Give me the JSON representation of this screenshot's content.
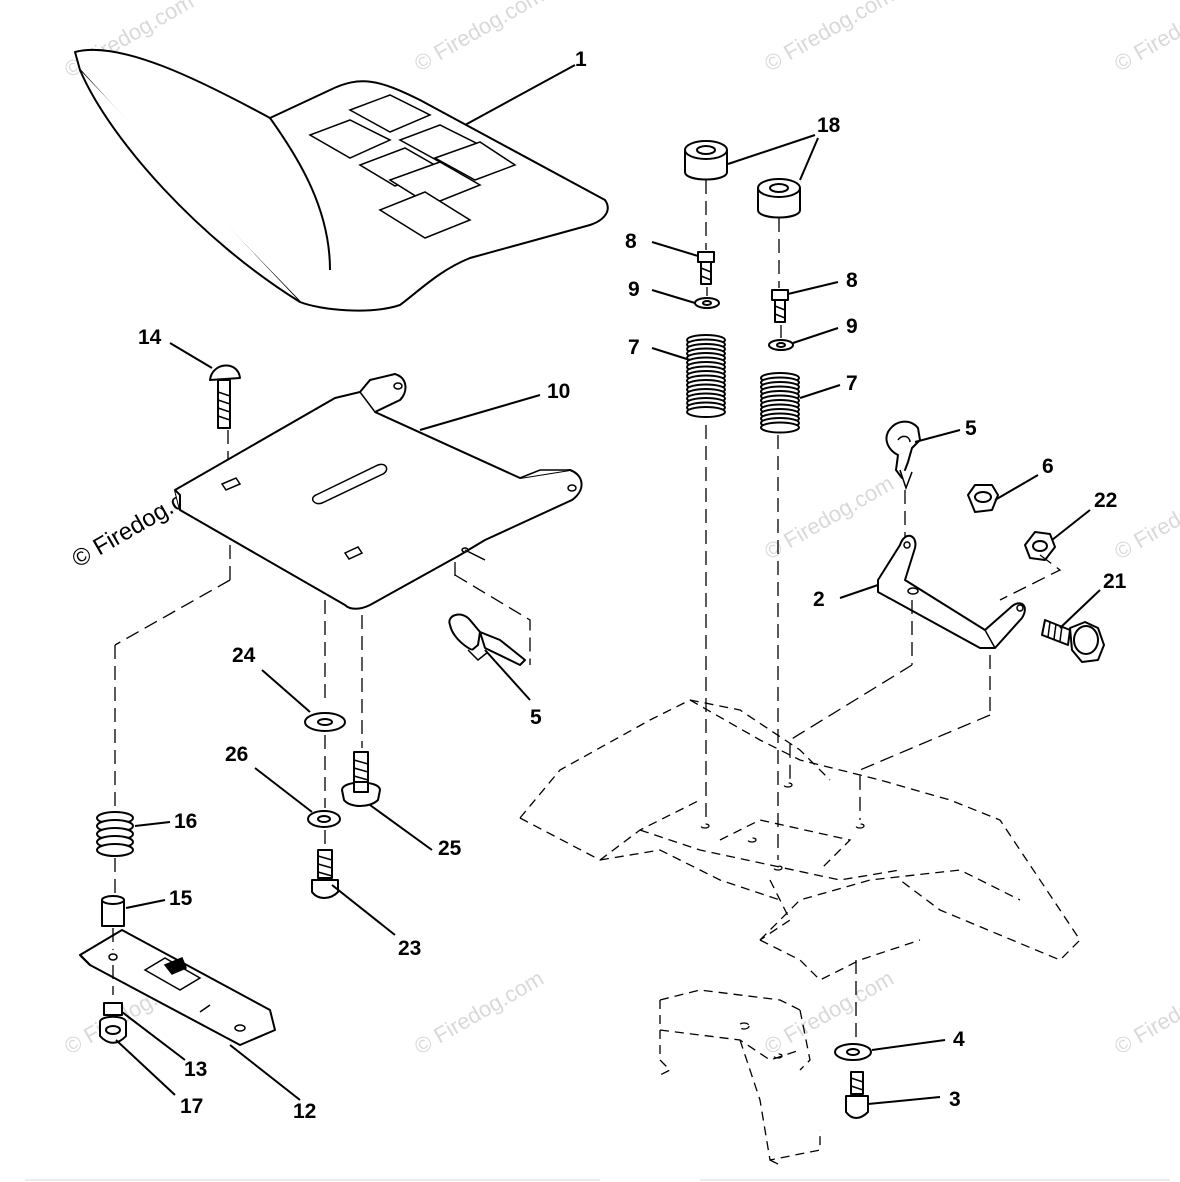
{
  "watermark": {
    "main": "© Firedog.com",
    "faint": "© Firedog.com"
  },
  "callouts": [
    {
      "id": "1",
      "part": "seat"
    },
    {
      "id": "18",
      "part": "spacer"
    },
    {
      "id": "18",
      "part": "spacer"
    },
    {
      "id": "8",
      "part": "screw"
    },
    {
      "id": "8",
      "part": "screw"
    },
    {
      "id": "9",
      "part": "washer"
    },
    {
      "id": "9",
      "part": "washer"
    },
    {
      "id": "7",
      "part": "spring"
    },
    {
      "id": "7",
      "part": "spring"
    },
    {
      "id": "14",
      "part": "carriage-bolt"
    },
    {
      "id": "10",
      "part": "seat-pan"
    },
    {
      "id": "5",
      "part": "clip"
    },
    {
      "id": "5",
      "part": "clip"
    },
    {
      "id": "6",
      "part": "nut"
    },
    {
      "id": "22",
      "part": "nut"
    },
    {
      "id": "21",
      "part": "bolt"
    },
    {
      "id": "2",
      "part": "bracket"
    },
    {
      "id": "24",
      "part": "washer"
    },
    {
      "id": "26",
      "part": "lock-washer"
    },
    {
      "id": "25",
      "part": "shoulder-bolt"
    },
    {
      "id": "16",
      "part": "spring"
    },
    {
      "id": "15",
      "part": "spacer"
    },
    {
      "id": "23",
      "part": "bolt"
    },
    {
      "id": "13",
      "part": "washer"
    },
    {
      "id": "17",
      "part": "nut"
    },
    {
      "id": "12",
      "part": "plate"
    },
    {
      "id": "4",
      "part": "washer"
    },
    {
      "id": "3",
      "part": "bolt"
    }
  ]
}
